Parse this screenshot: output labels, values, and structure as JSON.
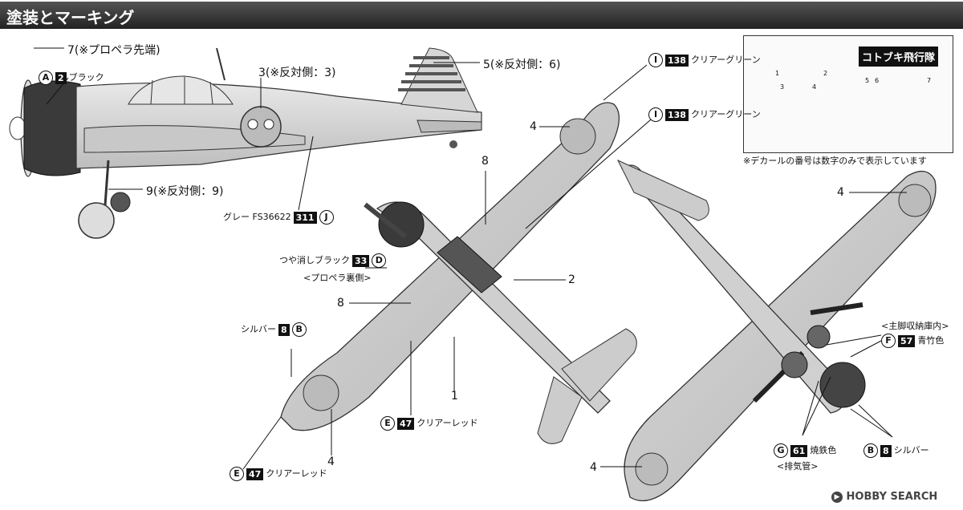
{
  "header": {
    "title": "塗装とマーキング"
  },
  "side_view": {
    "label_7": "7(※プロペラ先端)",
    "label_3": "3(※反対側：3)",
    "label_5": "5(※反対側：6)",
    "label_9": "9(※反対側：9)",
    "color_A": {
      "letter": "A",
      "code": "2",
      "name": "ブラック"
    },
    "color_J": {
      "prefix": "グレー FS36622",
      "code": "311",
      "letter": "J"
    }
  },
  "top_view": {
    "color_I_1": {
      "letter": "I",
      "code": "138",
      "name": "クリアーグリーン"
    },
    "color_I_2": {
      "letter": "I",
      "code": "138",
      "name": "クリアーグリーン"
    },
    "color_D": {
      "prefix": "つや消しブラック",
      "code": "33",
      "letter": "D"
    },
    "propeller_back": "<プロペラ裏側>",
    "color_B": {
      "prefix": "シルバー",
      "code": "8",
      "letter": "B"
    },
    "color_E_1": {
      "letter": "E",
      "code": "47",
      "name": "クリアーレッド"
    },
    "color_E_2": {
      "letter": "E",
      "code": "47",
      "name": "クリアーレッド"
    },
    "num_4_a": "4",
    "num_8_a": "8",
    "num_2": "2",
    "num_8_b": "8",
    "num_1": "1",
    "num_4_b": "4"
  },
  "bottom_view": {
    "num_4_c": "4",
    "num_4_d": "4",
    "gear_bay": "<主脚収納庫内>",
    "color_F": {
      "letter": "F",
      "code": "57",
      "name": "青竹色"
    },
    "color_G": {
      "letter": "G",
      "code": "61",
      "name": "焼鉄色"
    },
    "exhaust": "<排気管>",
    "color_B2": {
      "letter": "B",
      "code": "8",
      "name": "シルバー"
    }
  },
  "decal": {
    "logo_text": "コトブキ飛行隊",
    "note": "※デカールの番号は数字のみで表示しています",
    "nums": [
      "1",
      "2",
      "3",
      "4",
      "5",
      "6",
      "7"
    ]
  },
  "watermark": {
    "brand": "HOBBY SEARCH"
  }
}
